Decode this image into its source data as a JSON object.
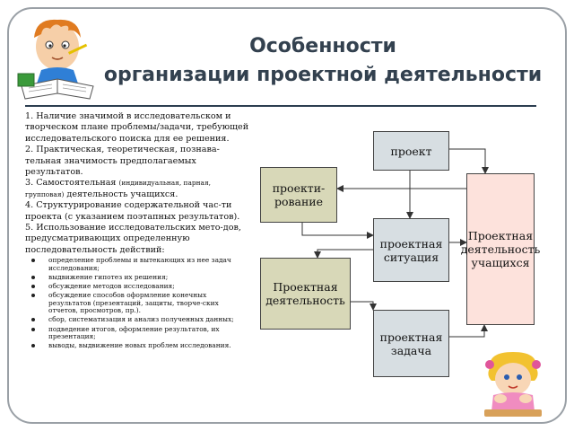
{
  "slide": {
    "title_line1": "Особенности",
    "title_line2": "организации проектной деятельности"
  },
  "text": {
    "p1": "1. Наличие значимой в исследовательском и  творческом плане проблемы/задачи, требующей исследовательского поиска для ее решения.",
    "p2": "2. Практическая, теоретическая, познава-тельная значимость предполагаемых результатов.",
    "p3_a": "3. Самостоятельная ",
    "p3_small": "(индивидуальная, парная, групповая)",
    "p3_b": " деятельность учащихся.",
    "p4": "4. Структурирование содержательной час-ти проекта (с указанием поэтапных результатов).",
    "p5": "5. Использование исследовательских мето-дов, предусматривающих определенную последовательность действий:",
    "bullets": [
      "определение проблемы и вытекающих из нее задач исследования;",
      "выдвижение гипотез их решения;",
      "обсуждение методов исследования;",
      "обсуждение способов оформление конечных результатов (презентаций, защиты, творче-ских отчетов, просмотров, пр.).",
      "сбор, систематизация и анализ полученных данных;",
      "подведение итогов, оформление результатов, их презентация;",
      "выводы, выдвижение новых проблем исследования."
    ]
  },
  "diagram": {
    "proekt": "проект",
    "proektirovanie": "проекти-рование",
    "situaciya": "проектная ситуация",
    "deyatelnost": "Проектная деятельность",
    "zadacha": "проектная задача",
    "deyatelnost_uchashchihsya": "Проектная деятельность учащихся"
  },
  "colors": {
    "title": "#33414f",
    "box_gray": "#d7dee2",
    "box_olive": "#d8d8b8",
    "box_pink": "#fde2dc"
  },
  "icons": {
    "kid": "boy-reading-book-icon",
    "girl": "girl-thinking-icon"
  }
}
